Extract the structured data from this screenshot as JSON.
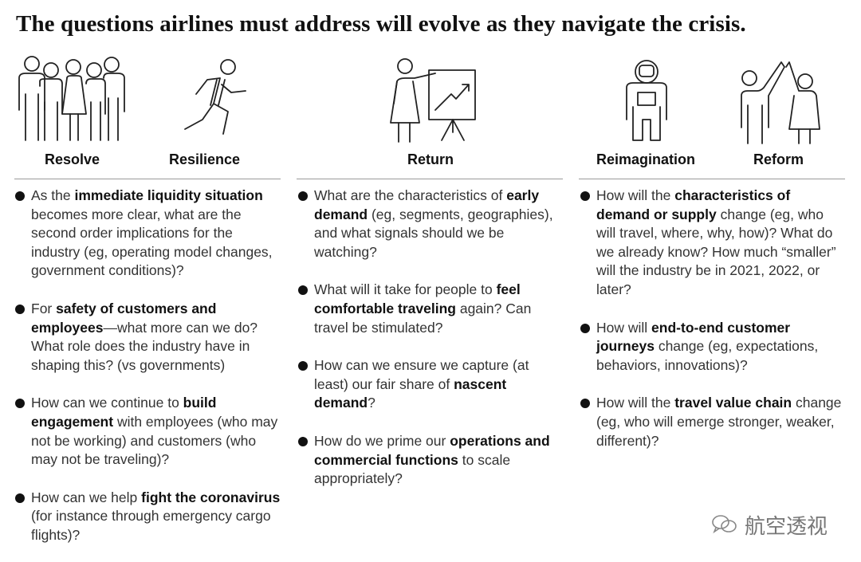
{
  "title": "The questions airlines must address will evolve as they navigate the crisis.",
  "phases": {
    "resolve": "Resolve",
    "resilience": "Resilience",
    "return": "Return",
    "reimagination": "Reimagination",
    "reform": "Reform"
  },
  "columns": [
    {
      "items": [
        [
          {
            "t": "As the "
          },
          {
            "t": "immediate liquidity situation",
            "b": true
          },
          {
            "t": " becomes more clear, what are the second order implications for the industry (eg, operating model changes, government conditions)?"
          }
        ],
        [
          {
            "t": "For "
          },
          {
            "t": "safety of customers and employees",
            "b": true
          },
          {
            "t": "—what more can we do? What role does the industry have in shaping this? (vs governments)"
          }
        ],
        [
          {
            "t": "How can we continue to "
          },
          {
            "t": "build engagement",
            "b": true
          },
          {
            "t": " with employees (who may not be working) and customers (who may not be traveling)?"
          }
        ],
        [
          {
            "t": "How can we help "
          },
          {
            "t": "fight the coronavirus",
            "b": true
          },
          {
            "t": " (for instance through emergency cargo flights)?"
          }
        ]
      ]
    },
    {
      "items": [
        [
          {
            "t": "What are the characteristics of "
          },
          {
            "t": "early demand",
            "b": true
          },
          {
            "t": " (eg, segments, geographies), and what signals should we be watching?"
          }
        ],
        [
          {
            "t": "What will it take for people to "
          },
          {
            "t": "feel comfortable traveling",
            "b": true
          },
          {
            "t": " again?  Can travel be stimulated?"
          }
        ],
        [
          {
            "t": "How can we ensure we capture (at least) our fair share of "
          },
          {
            "t": "nascent demand",
            "b": true
          },
          {
            "t": "?"
          }
        ],
        [
          {
            "t": "How do we prime our "
          },
          {
            "t": "operations and commercial functions",
            "b": true
          },
          {
            "t": " to scale appropriately?"
          }
        ]
      ]
    },
    {
      "items": [
        [
          {
            "t": "How will the "
          },
          {
            "t": "characteristics of demand or supply",
            "b": true
          },
          {
            "t": " change (eg, who will travel, where, why, how)? What do we already know? How much “smaller” will the industry be in 2021, 2022, or later?"
          }
        ],
        [
          {
            "t": "How will "
          },
          {
            "t": "end-to-end customer journeys",
            "b": true
          },
          {
            "t": " change (eg, expectations, behaviors, innovations)?"
          }
        ],
        [
          {
            "t": "How will the "
          },
          {
            "t": "travel value chain",
            "b": true
          },
          {
            "t": " change (eg, who will emerge stronger, weaker, different)?"
          }
        ]
      ]
    }
  ],
  "watermark": "航空透视",
  "icons": [
    "group-of-people-icon",
    "running-person-icon",
    "presenter-chart-icon",
    "astronaut-icon",
    "high-five-icon",
    "wechat-icon"
  ]
}
